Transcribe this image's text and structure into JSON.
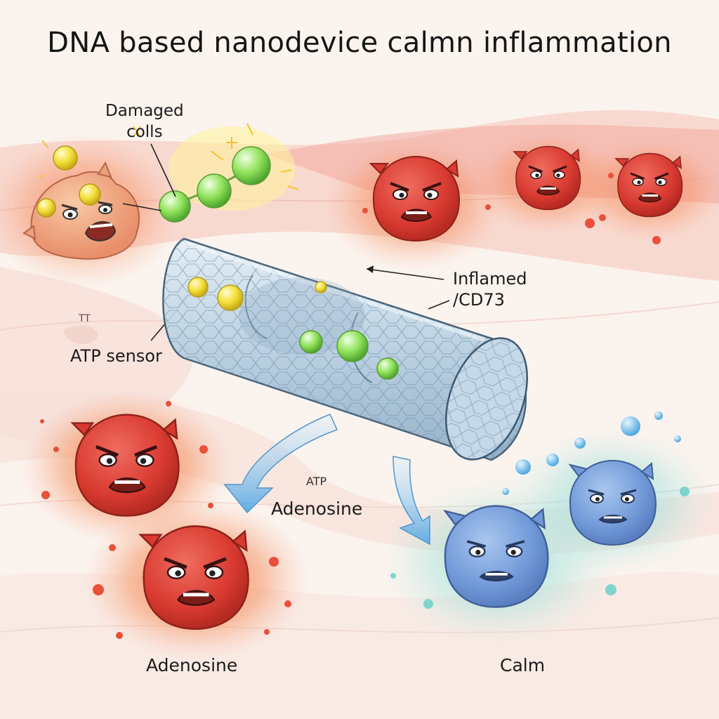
{
  "title": "DNA based nanodevice calmn inflammation",
  "labels": {
    "damaged_line1": "Damaged",
    "damaged_line2": "colls",
    "inflamed_line1": "Inflamed",
    "inflamed_line2": "/CD73",
    "atp_sensor": "ATP sensor",
    "atp_small": "ATP",
    "adenosine_center": "Adenosine",
    "adenosine_bottom": "Adenosine",
    "calm": "Calm",
    "marker": "TT"
  },
  "colors": {
    "background": "#fbf3ee",
    "tissue_pink": "#f6cfc6",
    "inflamed_red": "#e2473c",
    "damaged_cell": "#f0a889",
    "atp_yellow": "#f3e03a",
    "adenosine_green": "#8fe25a",
    "device_blue": "#b8cfe0",
    "calm_blue": "#7ea4dc",
    "arrow_blue": "#6fb3e6"
  },
  "icons": [
    "angry-cell-icon",
    "calm-cell-icon",
    "atp-molecule-icon",
    "adenosine-molecule-icon",
    "dna-nanotube-icon",
    "flow-arrow-icon"
  ]
}
